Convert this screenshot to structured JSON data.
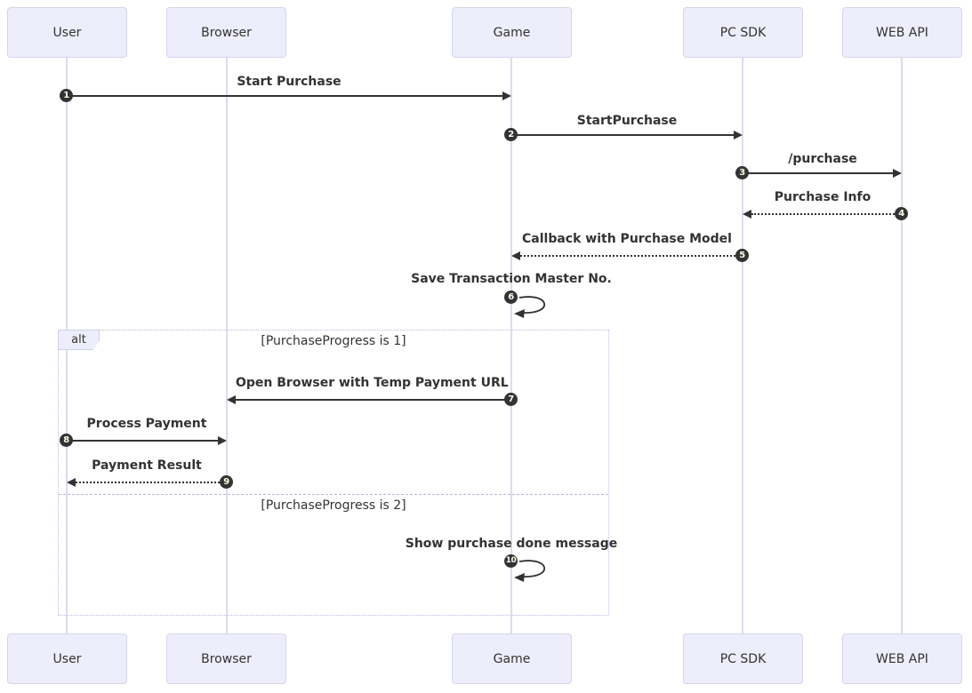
{
  "actors": [
    {
      "name": "User"
    },
    {
      "name": "Browser"
    },
    {
      "name": "Game"
    },
    {
      "name": "PC SDK"
    },
    {
      "name": "WEB API"
    }
  ],
  "messages": [
    {
      "num": "1",
      "label": "Start Purchase",
      "from": "User",
      "to": "Game",
      "line": "solid"
    },
    {
      "num": "2",
      "label": "StartPurchase",
      "from": "Game",
      "to": "PC SDK",
      "line": "solid"
    },
    {
      "num": "3",
      "label": "/purchase",
      "from": "PC SDK",
      "to": "WEB API",
      "line": "solid"
    },
    {
      "num": "4",
      "label": "Purchase Info",
      "from": "WEB API",
      "to": "PC SDK",
      "line": "dotted"
    },
    {
      "num": "5",
      "label": "Callback with Purchase Model",
      "from": "PC SDK",
      "to": "Game",
      "line": "dotted"
    },
    {
      "num": "6",
      "label": "Save Transaction Master No.",
      "from": "Game",
      "to": "Game",
      "line": "self"
    },
    {
      "num": "7",
      "label": "Open Browser with Temp Payment URL",
      "from": "Game",
      "to": "Browser",
      "line": "solid"
    },
    {
      "num": "8",
      "label": "Process Payment",
      "from": "User",
      "to": "Browser",
      "line": "solid"
    },
    {
      "num": "9",
      "label": "Payment Result",
      "from": "Browser",
      "to": "User",
      "line": "dotted"
    },
    {
      "num": "10",
      "label": "Show purchase done message",
      "from": "Game",
      "to": "Game",
      "line": "self"
    }
  ],
  "alt_frame": {
    "label": "alt",
    "sections": [
      {
        "condition": "[PurchaseProgress is 1]"
      },
      {
        "condition": "[PurchaseProgress is 2]"
      }
    ]
  },
  "colors": {
    "actor_fill": "#ededfb",
    "actor_border": "#d6d6ec",
    "lifeline": "#dcdcee",
    "arrow": "#333333",
    "frame_border": "#bcbce6",
    "number_bg": "#333333",
    "number_text": "#fbfbe8"
  }
}
